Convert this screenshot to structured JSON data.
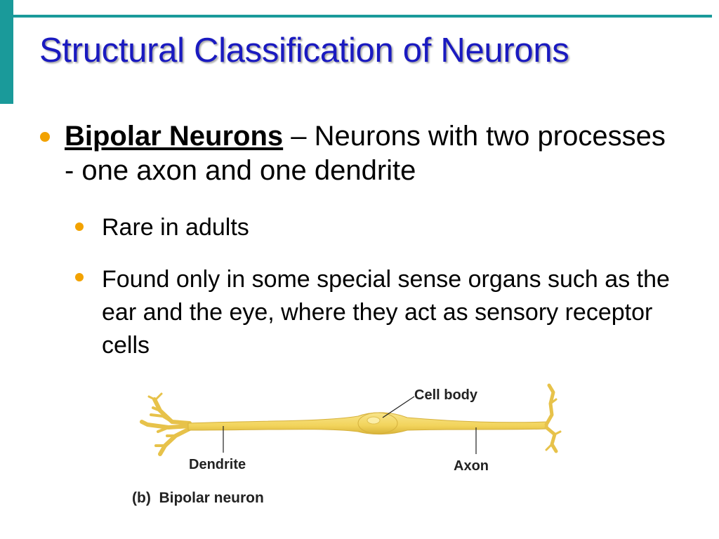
{
  "slide": {
    "title": "Structural Classification of Neurons",
    "bullets": [
      {
        "term": "Bipolar Neurons",
        "text": " – Neurons with two processes - one axon and one dendrite"
      }
    ],
    "sub_bullets": [
      {
        "text": "Rare in adults"
      },
      {
        "text": "Found only in some special sense organs such as the ear and the eye, where they act as sensory receptor cells"
      }
    ]
  },
  "figure": {
    "labels": {
      "cell_body": "Cell body",
      "dendrite": "Dendrite",
      "axon": "Axon"
    },
    "caption": "(b)  Bipolar neuron"
  },
  "colors": {
    "accent": "#1a9a9a",
    "title": "#1a1ac0",
    "bullet": "#f2a200",
    "neuron": "#f2d45c"
  }
}
